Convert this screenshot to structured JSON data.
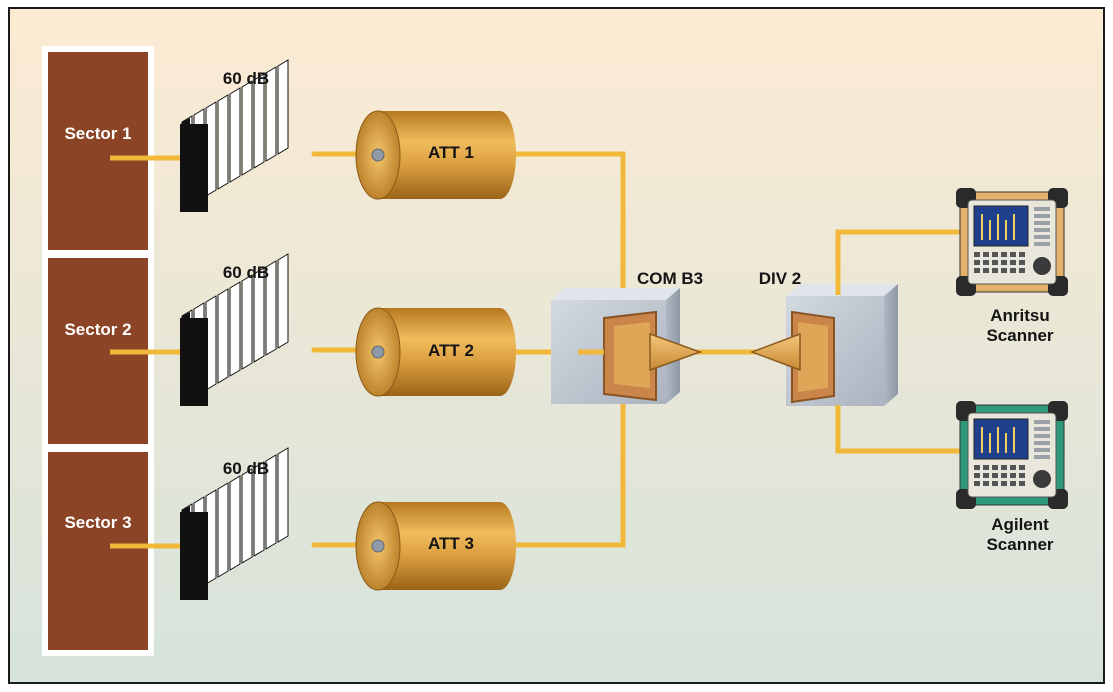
{
  "sectors": [
    {
      "label": "Sector 1"
    },
    {
      "label": "Sector 2"
    },
    {
      "label": "Sector 3"
    }
  ],
  "attenuator_blocks": [
    {
      "label": "60 dB"
    },
    {
      "label": "60 dB"
    },
    {
      "label": "60 dB"
    }
  ],
  "attenuators": [
    {
      "label": "ATT 1"
    },
    {
      "label": "ATT 2"
    },
    {
      "label": "ATT 3"
    }
  ],
  "combiner": {
    "label": "COM B3"
  },
  "divider": {
    "label": "DIV 2"
  },
  "scanners": [
    {
      "line1": "Anritsu",
      "line2": "Scanner",
      "trim_color": "#e3b26a"
    },
    {
      "line1": "Agilent",
      "line2": "Scanner",
      "trim_color": "#2e9a7a"
    }
  ],
  "colors": {
    "sector": "#8b4526",
    "cable": "#f2b83a",
    "cylinder": "#d99a33",
    "box": "#c5ccd6",
    "background_top": "#fcebd3",
    "background_bottom": "#d6e3db"
  }
}
